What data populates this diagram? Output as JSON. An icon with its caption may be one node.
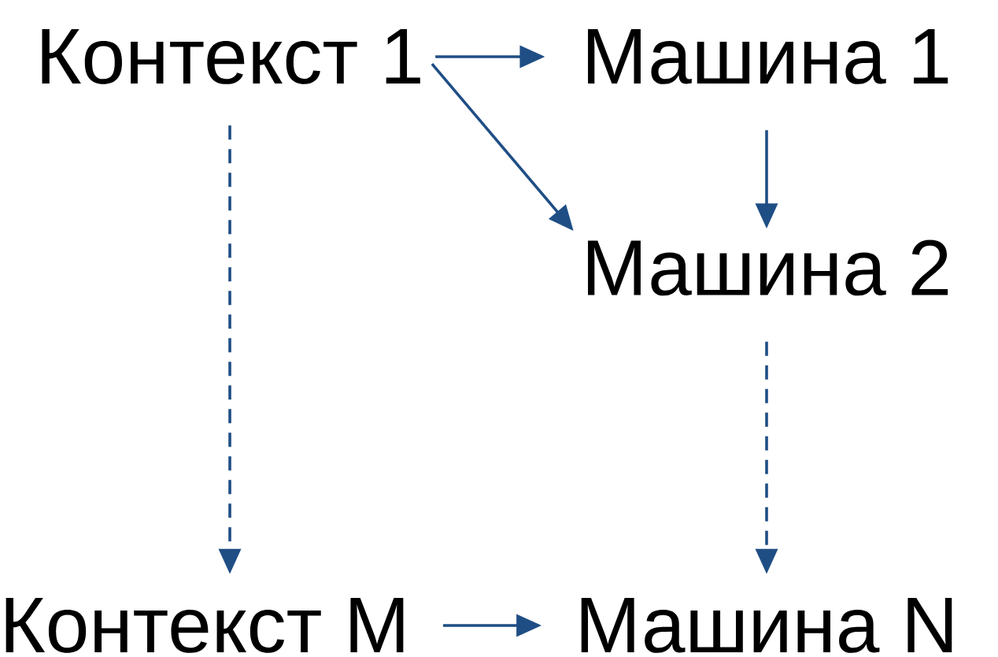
{
  "diagram": {
    "nodes": [
      {
        "text": [
          "Контекст 1"
        ]
      },
      {
        "text": [
          "Машина 1"
        ]
      },
      {
        "text": [
          "Машина 2"
        ]
      },
      {
        "text": [
          "Контекст M"
        ]
      },
      {
        "text": [
          "Машина N"
        ]
      }
    ],
    "edges": [
      {
        "from": 0,
        "to": 1,
        "arrow": "to"
      },
      {
        "from": 0,
        "to": 2,
        "arrow": "to"
      },
      {
        "from": 1,
        "to": 2,
        "arrow": "to"
      },
      {
        "from": 0,
        "to": 3,
        "arrow": "to",
        "style": "dashed"
      },
      {
        "from": 2,
        "to": 4,
        "arrow": "to",
        "style": "dashed"
      },
      {
        "from": 3,
        "to": 4,
        "arrow": "to"
      }
    ]
  }
}
